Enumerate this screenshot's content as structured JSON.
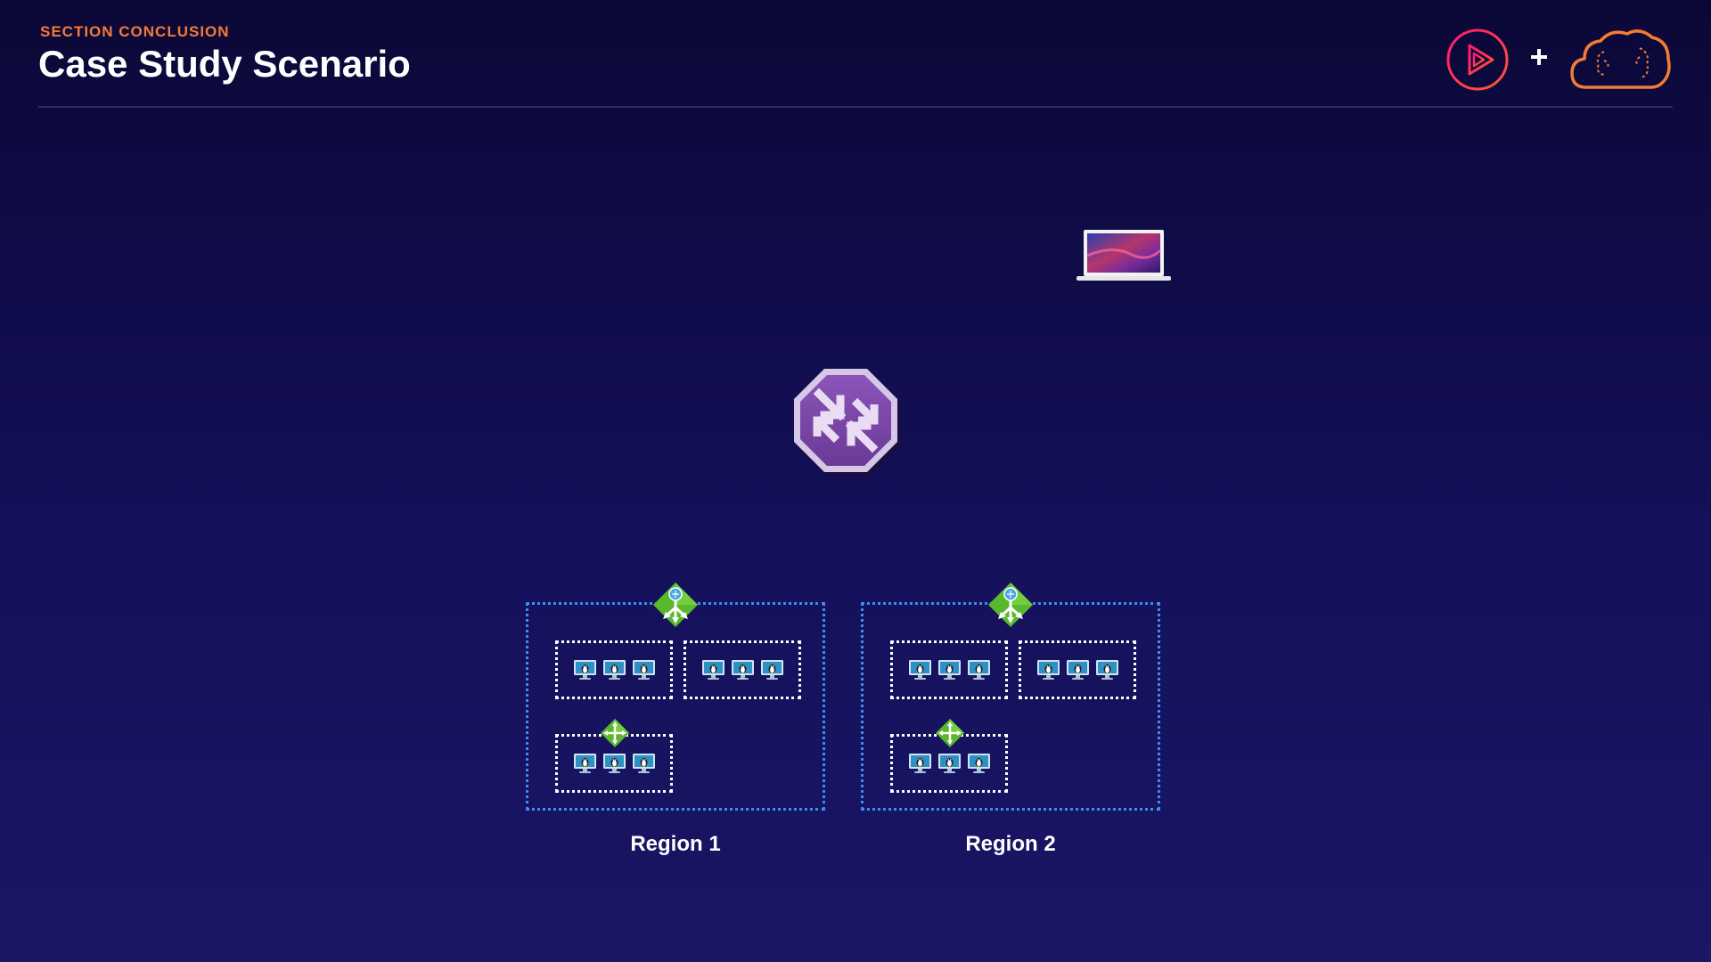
{
  "header": {
    "section_label": "SECTION CONCLUSION",
    "title": "Case Study Scenario"
  },
  "logos": {
    "play": "pluralsight-play-icon",
    "plus": "plus-icon",
    "cloud": "cloud-brain-icon"
  },
  "diagram": {
    "client": "laptop-icon",
    "global_router": "azure-front-door-icon",
    "regions": [
      {
        "label": "Region 1",
        "load_balancer": "load-balancer-icon",
        "vm_groups": [
          {
            "vms": [
              "linux-vm-icon",
              "linux-vm-icon",
              "linux-vm-icon"
            ]
          },
          {
            "vms": [
              "linux-vm-icon",
              "linux-vm-icon",
              "linux-vm-icon"
            ]
          },
          {
            "vms": [
              "linux-vm-icon",
              "linux-vm-icon",
              "linux-vm-icon"
            ],
            "load_balancer": "internal-load-balancer-icon"
          }
        ]
      },
      {
        "label": "Region 2",
        "load_balancer": "load-balancer-icon",
        "vm_groups": [
          {
            "vms": [
              "linux-vm-icon",
              "linux-vm-icon",
              "linux-vm-icon"
            ]
          },
          {
            "vms": [
              "linux-vm-icon",
              "linux-vm-icon",
              "linux-vm-icon"
            ]
          },
          {
            "vms": [
              "linux-vm-icon",
              "linux-vm-icon",
              "linux-vm-icon"
            ],
            "load_balancer": "internal-load-balancer-icon"
          }
        ]
      }
    ]
  },
  "colors": {
    "accent_orange": "#f47b36",
    "play_red": "#e0245e",
    "region_border": "#3d8df2",
    "lb_green": "#5ab82e",
    "front_door_purple": "#7e4aa8"
  }
}
